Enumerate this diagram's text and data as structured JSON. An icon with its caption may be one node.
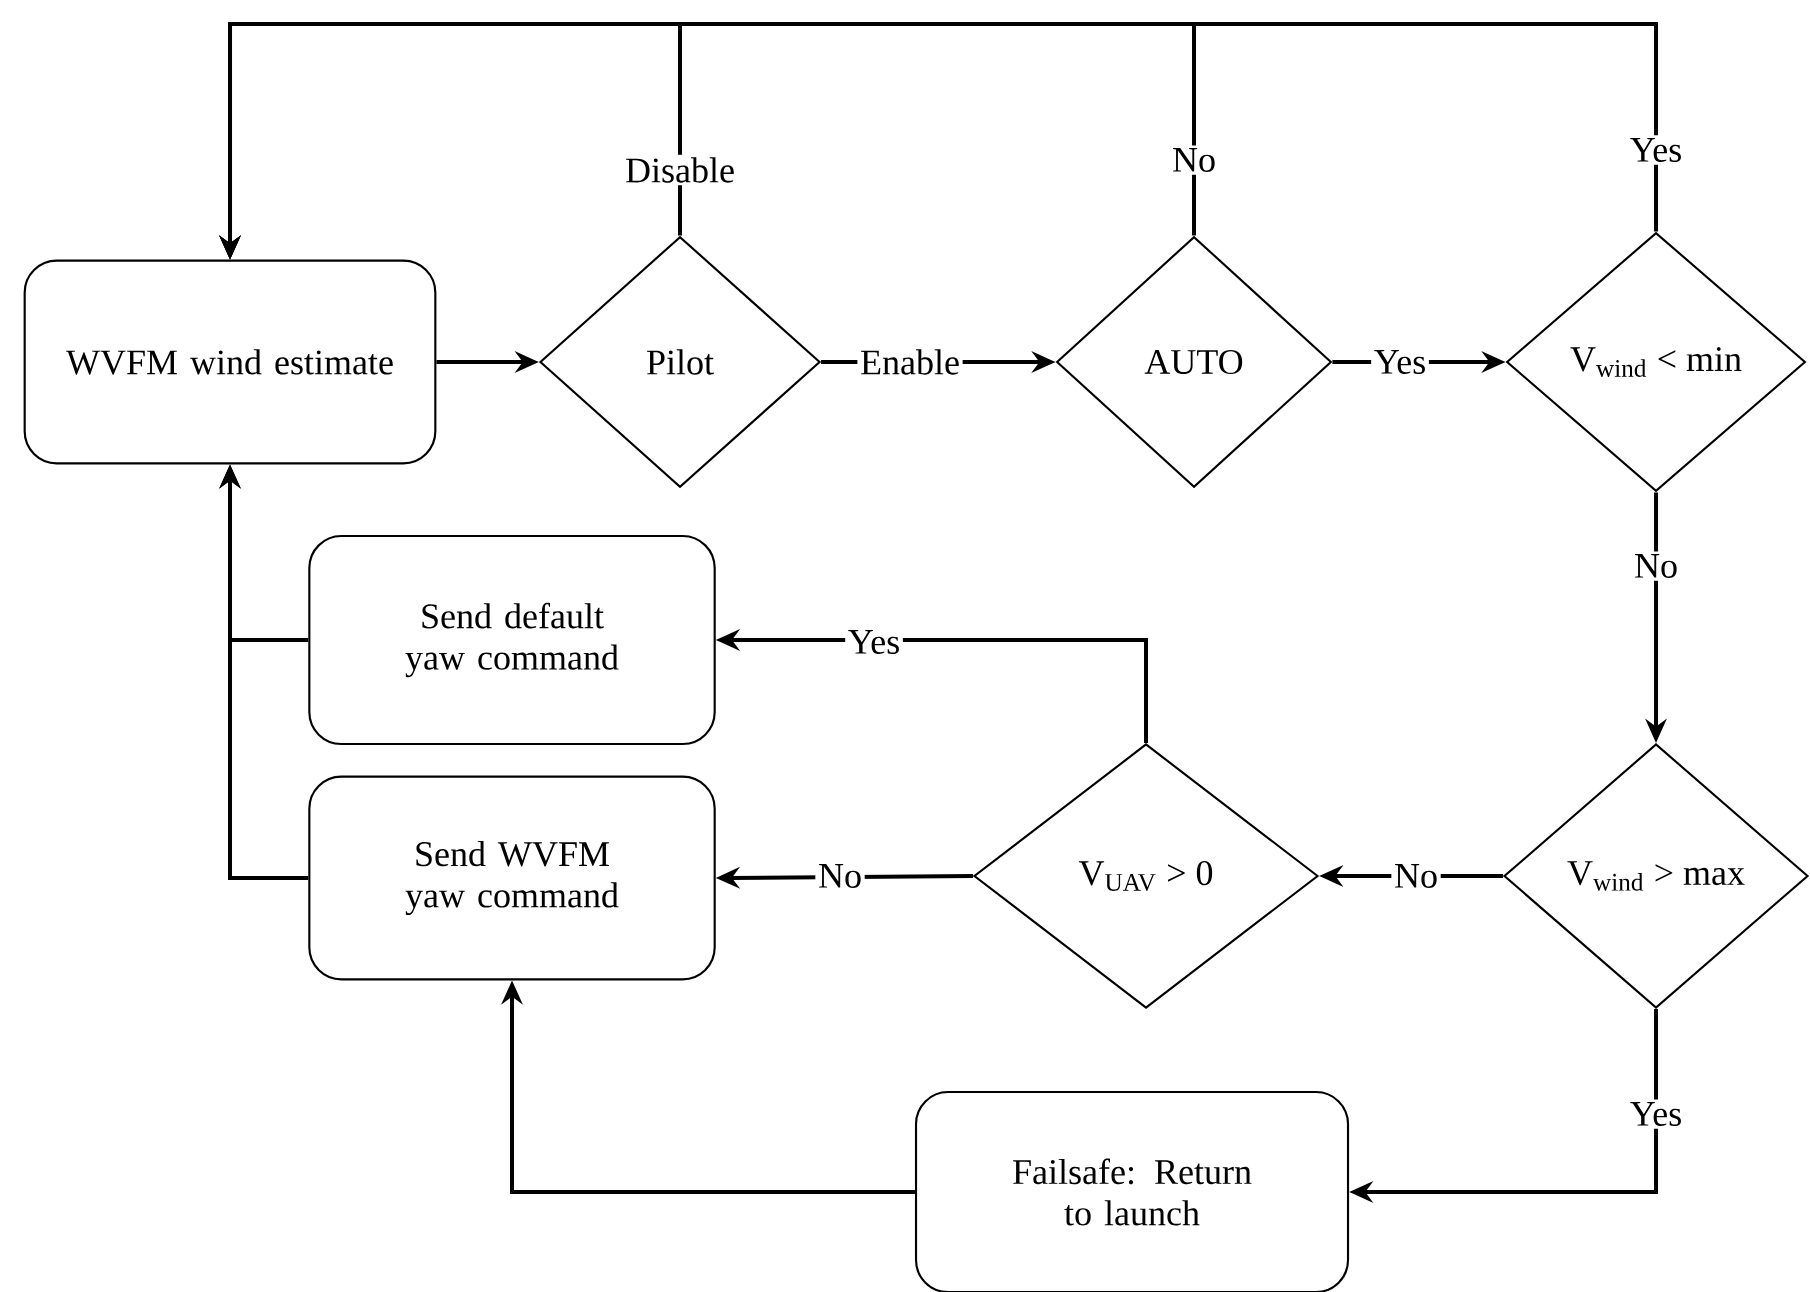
{
  "diagram": {
    "nodes": [
      {
        "text": [
          "WVFM wind estimate"
        ]
      },
      {
        "text": [
          "Pilot"
        ]
      },
      {
        "text": [
          "AUTO"
        ]
      },
      {
        "text": [
          "V$_{wind}$ < min"
        ]
      },
      {
        "text": [
          "Send default yaw command"
        ]
      },
      {
        "text": [
          "Send WVFM yaw command"
        ]
      },
      {
        "text": [
          "V$_{UAV}$ > 0"
        ]
      },
      {
        "text": [
          "V$_{wind}$ > max"
        ]
      },
      {
        "text": [
          "Failsafe: Return to launch"
        ]
      }
    ],
    "edges": [
      {
        "from": 0,
        "to": 1,
        "arrow": "to"
      },
      {
        "from": 1,
        "to": 2,
        "arrow": "to",
        "label": "Enable"
      },
      {
        "from": 2,
        "to": 3,
        "arrow": "to",
        "label": "Yes"
      },
      {
        "from": 1,
        "to": 0,
        "arrow": "to",
        "label": "Disable"
      },
      {
        "from": 2,
        "to": 0,
        "arrow": "to",
        "label": "No"
      },
      {
        "from": 3,
        "to": 0,
        "arrow": "to",
        "label": "Yes"
      },
      {
        "from": 3,
        "to": 7,
        "arrow": "to",
        "label": "No"
      },
      {
        "from": 7,
        "to": 6,
        "arrow": "to",
        "label": "No"
      },
      {
        "from": 6,
        "to": 4,
        "arrow": "to",
        "label": "Yes"
      },
      {
        "from": 6,
        "to": 5,
        "arrow": "to",
        "label": "No"
      },
      {
        "from": 7,
        "to": 8,
        "arrow": "to",
        "label": "Yes"
      },
      {
        "from": 8,
        "to": 5,
        "arrow": "to"
      },
      {
        "from": 4,
        "to": 0,
        "arrow": "to"
      },
      {
        "from": 5,
        "to": 0,
        "arrow": "to"
      }
    ]
  }
}
